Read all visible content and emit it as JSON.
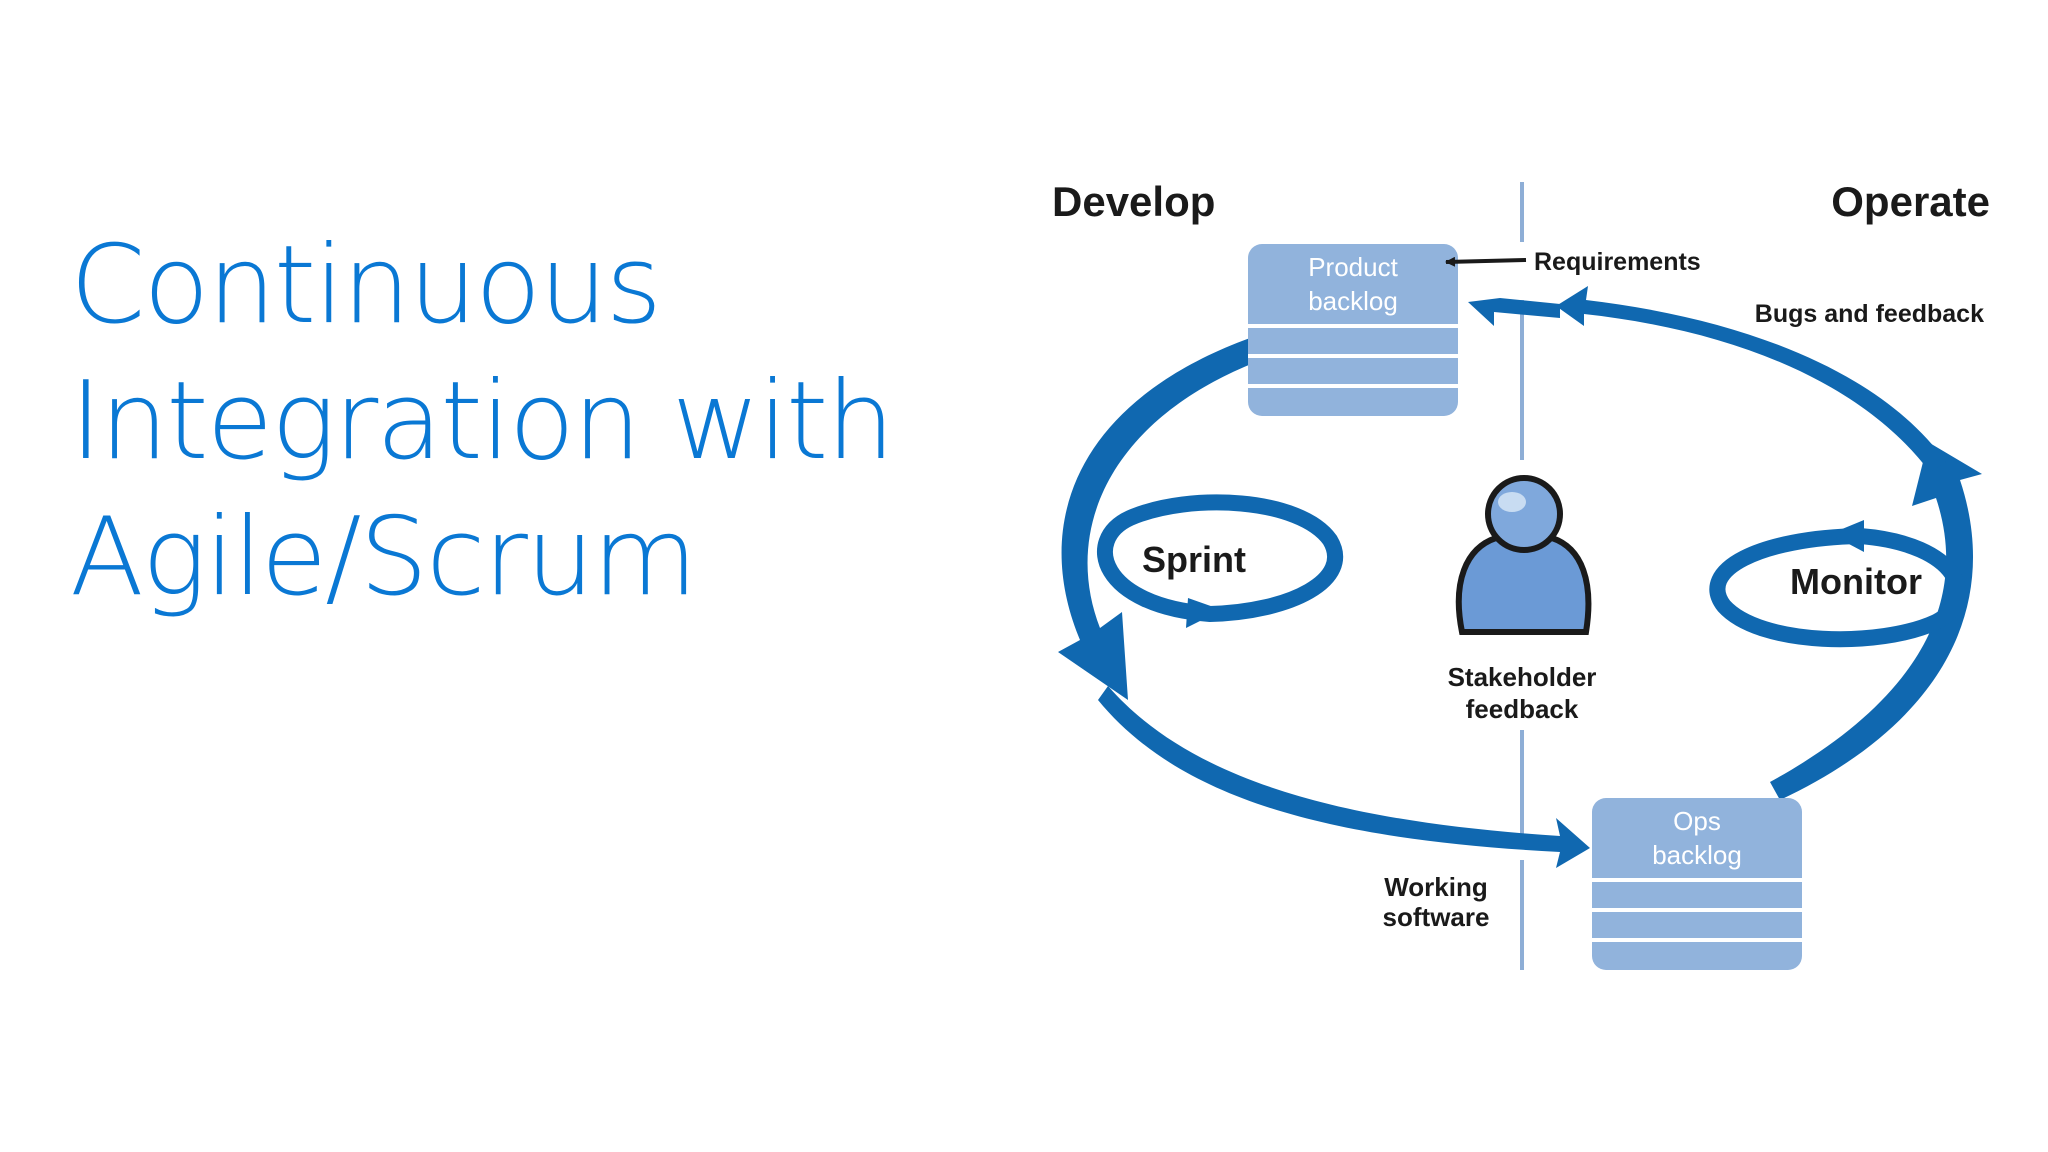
{
  "title": {
    "lines": [
      "Continuous",
      "Integration with",
      "Agile/Scrum"
    ]
  },
  "diagram": {
    "develop": "Develop",
    "operate": "Operate",
    "product_backlog": [
      "Product",
      "backlog"
    ],
    "requirements": "Requirements",
    "bugs_feedback": "Bugs and feedback",
    "sprint": "Sprint",
    "monitor": "Monitor",
    "stakeholder": [
      "Stakeholder",
      "feedback"
    ],
    "working_software": [
      "Working",
      "software"
    ],
    "ops_backlog": [
      "Ops",
      "backlog"
    ]
  },
  "colors": {
    "title": "#0a78d4",
    "arrow": "#1068b0",
    "box": "#91b3dc",
    "box_line": "#ffffff",
    "divider": "#8eaed6",
    "person_body": "#6b9ad6",
    "person_outline": "#1a1a1a"
  },
  "icons": {
    "stakeholder": "person-icon"
  }
}
